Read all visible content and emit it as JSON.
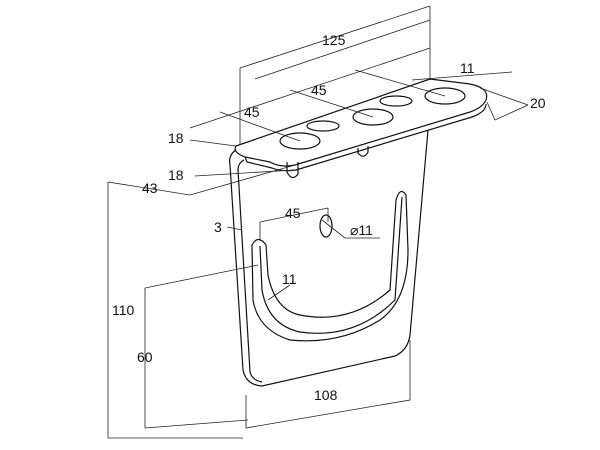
{
  "drawing": {
    "title": "Bracket isometric dimensioned drawing",
    "line_color": "#111111",
    "dimensions": {
      "overall_length": "125",
      "hole_spacing_1": "45",
      "hole_spacing_2": "45",
      "slot_width": "11",
      "end_offset": "20",
      "flange_offset_1": "18",
      "flange_offset_2": "18",
      "flange_depth": "43",
      "thickness": "3",
      "front_hole_spacing": "45",
      "hole_diameter": "⌀11",
      "u_slot_width": "11",
      "height": "110",
      "u_slot_height": "60",
      "width": "108"
    }
  }
}
